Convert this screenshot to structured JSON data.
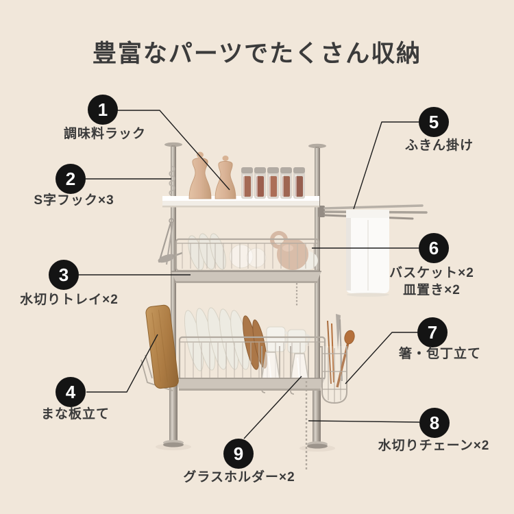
{
  "title": "豊富なパーツでたくさん収納",
  "colors": {
    "background": "#f1e7da",
    "text": "#3a3a3a",
    "badge": "#141414",
    "badge_text": "#ffffff",
    "leader_line": "#1d1d1d",
    "steel": "#b2aaa0",
    "wood": "#b5834f"
  },
  "callouts": [
    {
      "number": "1",
      "label": "調味料ラック"
    },
    {
      "number": "2",
      "label": "S字フック×3"
    },
    {
      "number": "3",
      "label": "水切りトレイ×2"
    },
    {
      "number": "4",
      "label": "まな板立て"
    },
    {
      "number": "5",
      "label": "ふきん掛け"
    },
    {
      "number": "6",
      "label": "バスケット×2",
      "label2": "皿置き×2"
    },
    {
      "number": "7",
      "label": "箸・包丁立て"
    },
    {
      "number": "8",
      "label": "水切りチェーン×2"
    },
    {
      "number": "9",
      "label": "グラスホルダー×2"
    }
  ]
}
